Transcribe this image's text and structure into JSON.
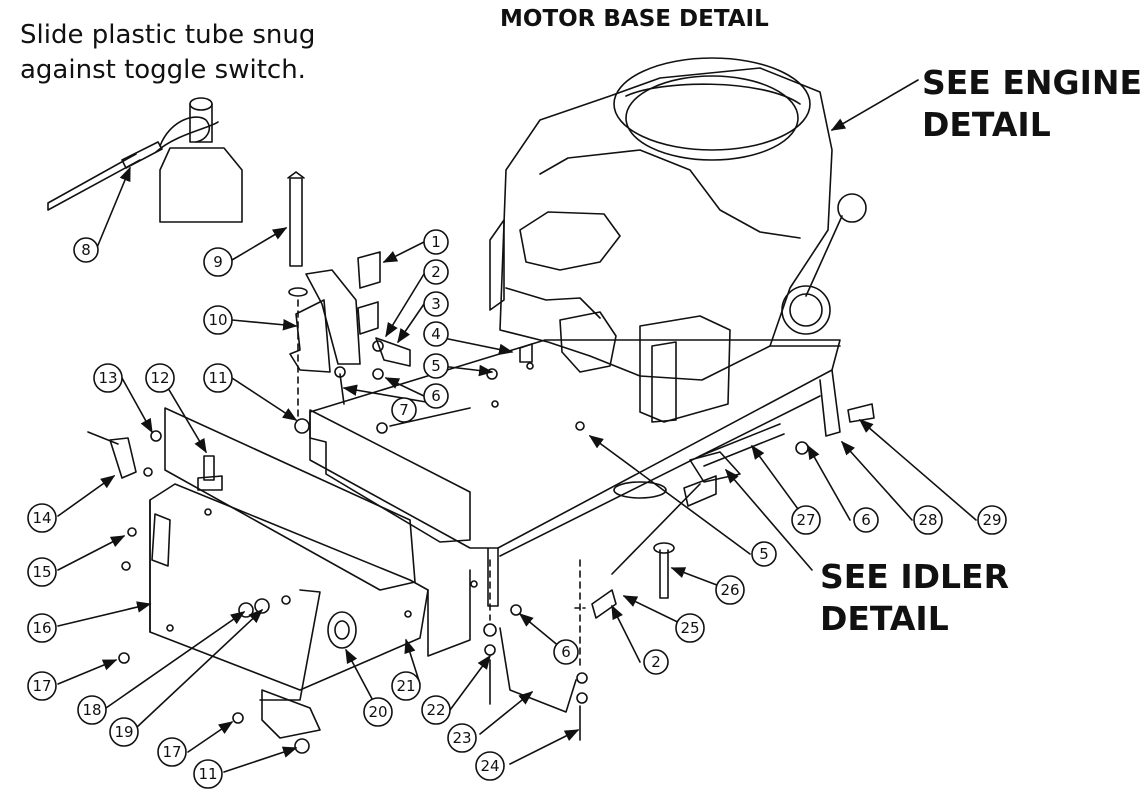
{
  "title": "MOTOR BASE DETAIL",
  "note": {
    "line1": "Slide plastic tube snug",
    "line2": "against toggle switch."
  },
  "callouts": {
    "engine": {
      "line1": "SEE ENGINE",
      "line2": "DETAIL"
    },
    "idler": {
      "line1": "SEE IDLER",
      "line2": "DETAIL"
    }
  },
  "part_numbers": [
    "1",
    "2",
    "3",
    "4",
    "5",
    "6",
    "7",
    "8",
    "9",
    "10",
    "11",
    "12",
    "13",
    "14",
    "15",
    "16",
    "17",
    "18",
    "19",
    "20",
    "21",
    "22",
    "23",
    "24",
    "25",
    "26",
    "27",
    "28",
    "29"
  ],
  "part_bubbles": [
    "1",
    "2",
    "3",
    "4",
    "5",
    "6",
    "7",
    "8",
    "9",
    "10",
    "11",
    "12",
    "13",
    "14",
    "15",
    "16",
    "17",
    "18",
    "19",
    "20",
    "21",
    "22",
    "23",
    "24",
    "25",
    "26",
    "27",
    "28",
    "29",
    "11",
    "17",
    "2",
    "5",
    "6",
    "6"
  ]
}
